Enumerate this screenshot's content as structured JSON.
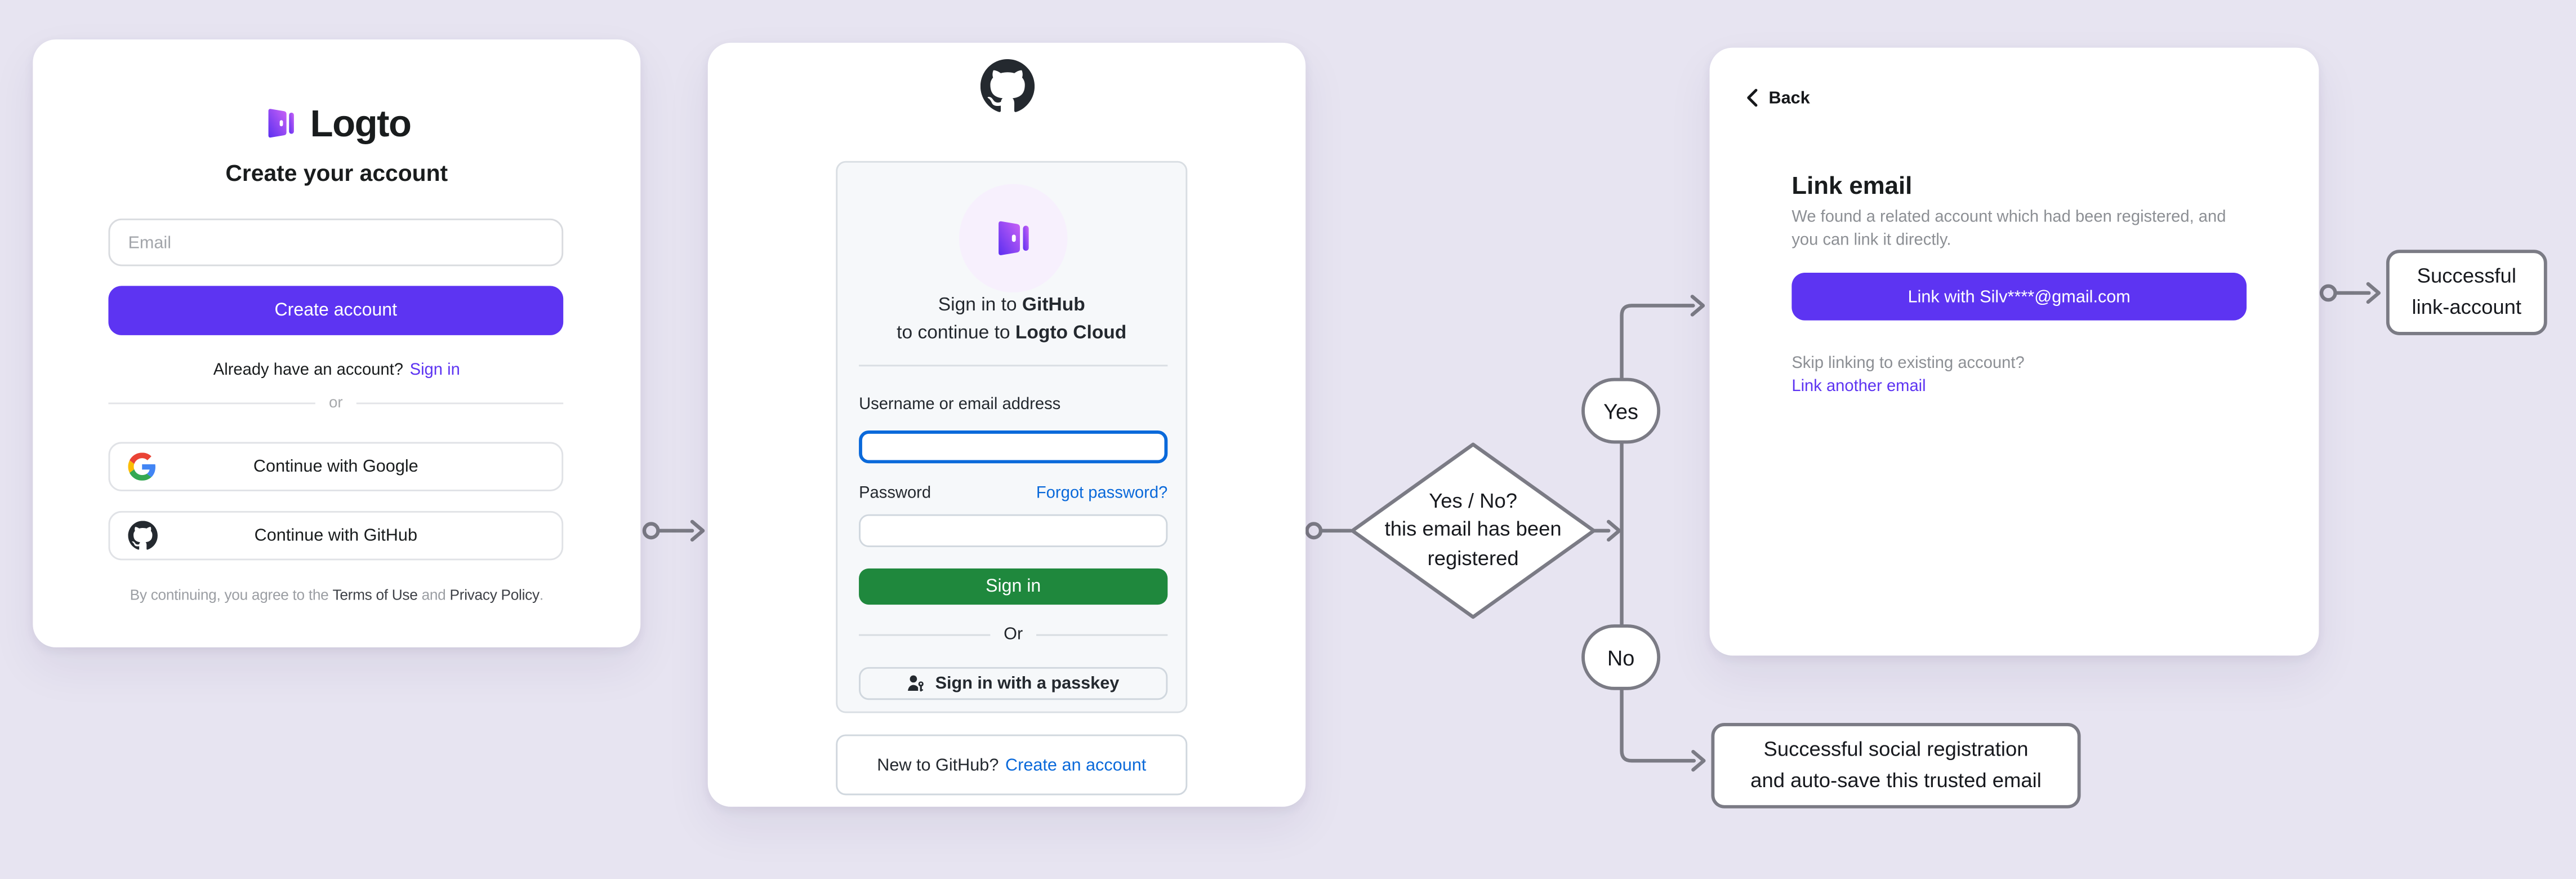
{
  "colors": {
    "page_bg": "#e7e4f1",
    "card_bg": "#ffffff",
    "accent_purple": "#5d34f2",
    "text_dark": "#191c1d",
    "text_gray": "#8c8f94",
    "github_dark": "#24292f",
    "github_blue": "#0a69da",
    "github_green": "#1f883d",
    "github_panel_bg": "#f6f8fa",
    "github_border": "#d0d7de",
    "flow_stroke": "#7b7b85",
    "avatar_circle_bg": "#f7f0fd",
    "logo_gradient_start": "#5b2ff0",
    "logo_gradient_end": "#cb63f6"
  },
  "icons": {
    "logto_logo": "purple gradient open-door mark",
    "github_logo": "octocat mark",
    "google_logo": "multicolor G",
    "passkey": "person-with-key",
    "back_chevron": "chevron-left",
    "flow_start": "small open circle",
    "flow_arrow": "open arrowhead"
  },
  "logto_card": {
    "brand": "Logto",
    "title": "Create your account",
    "email_placeholder": "Email",
    "create_button": "Create account",
    "have_account": "Already have an account?",
    "sign_in_link": "Sign in",
    "divider": "or",
    "google_button": "Continue with Google",
    "github_button": "Continue with GitHub",
    "terms": {
      "prefix": "By continuing, you agree to the ",
      "terms_link": "Terms of Use",
      "and": " and ",
      "privacy_link": "Privacy Policy",
      "suffix": "."
    }
  },
  "github_card": {
    "heading_line1": {
      "prefix": "Sign in to ",
      "bold": "GitHub"
    },
    "heading_line2": {
      "prefix": "to continue to ",
      "bold": "Logto Cloud"
    },
    "username_label": "Username or email address",
    "password_label": "Password",
    "forgot_password": "Forgot password?",
    "sign_in_button": "Sign in",
    "divider": "Or",
    "passkey_button": "Sign in with a passkey",
    "footer": {
      "prompt": "New to GitHub?",
      "link": "Create an account"
    }
  },
  "link_card": {
    "back": "Back",
    "title": "Link email",
    "description_line1": "We found a related account which had been registered, and",
    "description_line2": "you can link it directly.",
    "link_button": "Link with Silv****@gmail.com",
    "skip_question": "Skip linking to existing account?",
    "link_another": "Link another email"
  },
  "flow": {
    "decision": [
      "Yes / No?",
      "this email has been",
      "registered"
    ],
    "yes_label": "Yes",
    "no_label": "No",
    "outcome_link": [
      "Successful",
      "link-account"
    ],
    "outcome_social": [
      "Successful social registration",
      "and auto-save this trusted email"
    ]
  }
}
